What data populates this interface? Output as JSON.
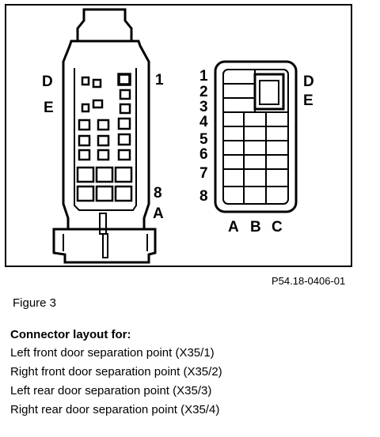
{
  "left_connector": {
    "left_labels": [
      "D",
      "E"
    ],
    "right_labels": [
      "1",
      "8",
      "A"
    ]
  },
  "right_connector": {
    "row_labels": [
      "1",
      "2",
      "3",
      "4",
      "5",
      "6",
      "7",
      "8"
    ],
    "column_labels": [
      "A",
      "B",
      "C"
    ],
    "right_labels": [
      "D",
      "E"
    ]
  },
  "figure_code": "P54.18-0406-01",
  "figure_title": "Figure 3",
  "caption": {
    "heading": "Connector layout for:",
    "lines": [
      "Left front door separation point (X35/1)",
      "Right front door separation point (X35/2)",
      "Left rear door separation point (X35/3)",
      "Right rear door separation point (X35/4)"
    ]
  }
}
